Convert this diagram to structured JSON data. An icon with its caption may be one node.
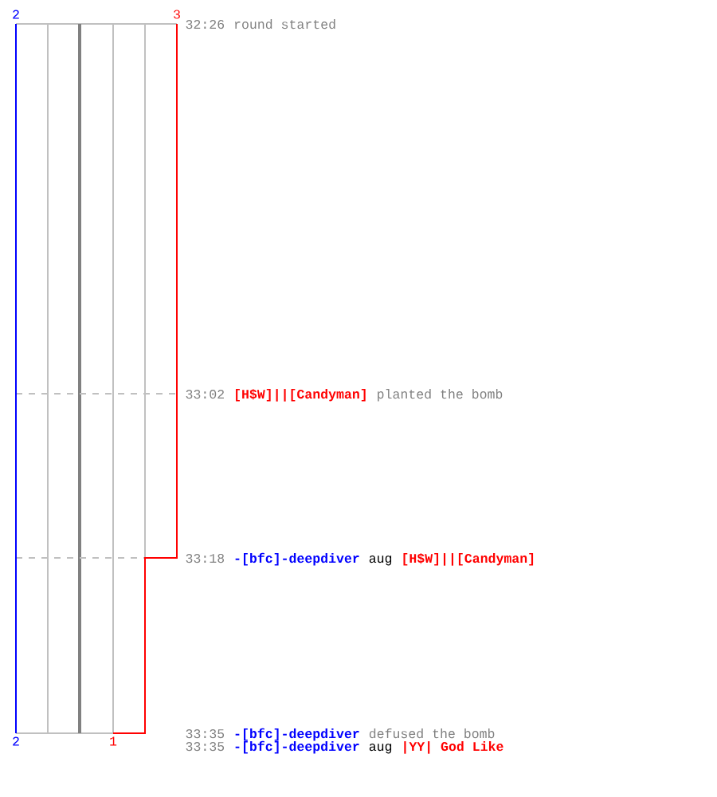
{
  "diagram": {
    "labels": [
      "2",
      "3",
      "32:26",
      "round started",
      "33:02",
      "[H$W]||[Candyman]",
      "planted the bomb",
      "33:18",
      "-[bfc]-deepdiver",
      "aug",
      "[H$W]||[Candyman]",
      "2",
      "1",
      "33:35",
      "-[bfc]-deepdiver",
      "defused the bomb",
      "33:35",
      "-[bfc]-deepdiver",
      "aug",
      "|YY| God Like"
    ]
  }
}
